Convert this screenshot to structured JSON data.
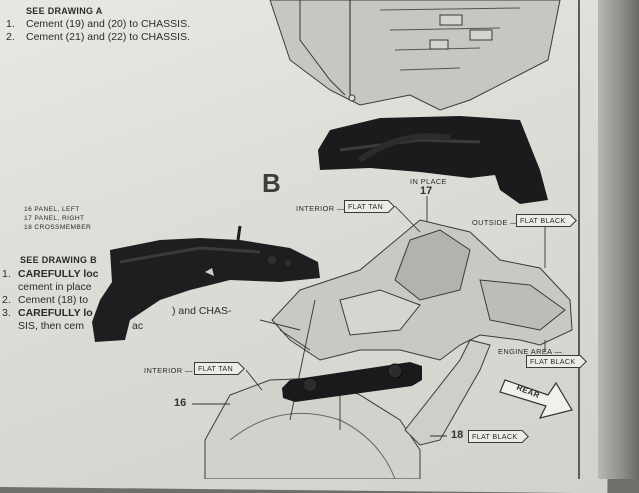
{
  "drawing_a": {
    "heading": "SEE DRAWING A",
    "steps": [
      {
        "num": "1.",
        "text": "Cement (19) and (20) to CHASSIS."
      },
      {
        "num": "2.",
        "text": "Cement (21) and (22) to CHASSIS."
      }
    ]
  },
  "drawing_b": {
    "letter": "B",
    "heading": "SEE DRAWING B",
    "steps": [
      {
        "num": "1.",
        "text": "CAREFULLY loc",
        "line2": "cement in place"
      },
      {
        "num": "2.",
        "text": "Cement (18) to"
      },
      {
        "num": "3.",
        "text": "CAREFULLY lo",
        "tail": ") and CHAS-",
        "line2": "SIS, then cem",
        "line2_tail": "ac"
      }
    ]
  },
  "legend": [
    "16  PANEL, LEFT",
    "17  PANEL, RIGHT",
    "18  CROSSMEMBER"
  ],
  "callouts": {
    "in_place": "IN PLACE",
    "part17": "17",
    "interior_top": "INTERIOR —",
    "flat_tan_top": "FLAT TAN",
    "outside": "OUTSIDE —",
    "flat_black_outside": "FLAT BLACK",
    "engine_area": "ENGINE AREA —",
    "flat_black_engine": "FLAT BLACK",
    "interior_left": "INTERIOR —",
    "flat_tan_left": "FLAT TAN",
    "part16": "16",
    "part18": "18",
    "flat_black_18": "FLAT BLACK",
    "rear": "REAR"
  },
  "colors": {
    "paper": "#e5e3de",
    "ink": "#2b2b2b",
    "plastic_black": "#1c1c1e"
  }
}
